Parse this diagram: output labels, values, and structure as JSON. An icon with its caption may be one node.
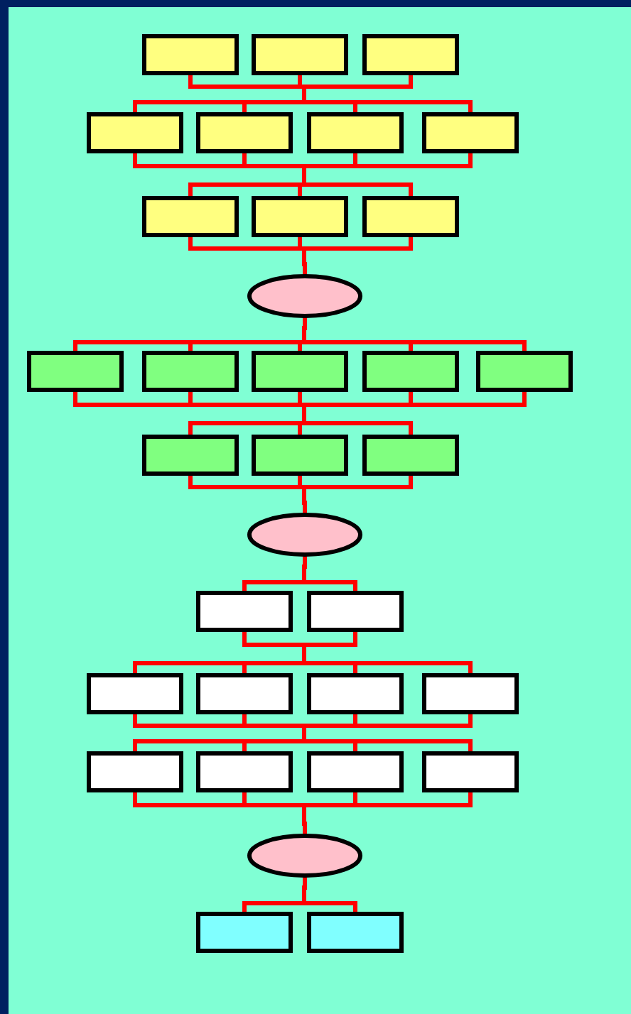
{
  "diagram": {
    "nodes": [
      {
        "text": [],
        "shape": "box"
      },
      {
        "text": [],
        "shape": "box"
      },
      {
        "text": [],
        "shape": "box"
      },
      {
        "text": [],
        "shape": "box"
      },
      {
        "text": [],
        "shape": "box"
      },
      {
        "text": [],
        "shape": "box"
      },
      {
        "text": [],
        "shape": "box"
      },
      {
        "text": [],
        "shape": "box"
      },
      {
        "text": [],
        "shape": "box"
      },
      {
        "text": [],
        "shape": "box"
      },
      {
        "text": [],
        "shape": "ellipse"
      },
      {
        "text": [],
        "shape": "box"
      },
      {
        "text": [],
        "shape": "box"
      },
      {
        "text": [],
        "shape": "box"
      },
      {
        "text": [],
        "shape": "box"
      },
      {
        "text": [],
        "shape": "box"
      },
      {
        "text": [],
        "shape": "box"
      },
      {
        "text": [],
        "shape": "box"
      },
      {
        "text": [],
        "shape": "box"
      },
      {
        "text": [],
        "shape": "ellipse"
      },
      {
        "text": [],
        "shape": "box"
      },
      {
        "text": [],
        "shape": "box"
      },
      {
        "text": [],
        "shape": "box"
      },
      {
        "text": [],
        "shape": "box"
      },
      {
        "text": [],
        "shape": "box"
      },
      {
        "text": [],
        "shape": "box"
      },
      {
        "text": [],
        "shape": "box"
      },
      {
        "text": [],
        "shape": "box"
      },
      {
        "text": [],
        "shape": "box"
      },
      {
        "text": [],
        "shape": "box"
      },
      {
        "text": [],
        "shape": "ellipse"
      },
      {
        "text": [],
        "shape": "box"
      },
      {
        "text": [],
        "shape": "box"
      }
    ],
    "edges": [
      {
        "from": 0,
        "to": 3,
        "arrow": "none"
      },
      {
        "from": 0,
        "to": 4,
        "arrow": "none"
      },
      {
        "from": 0,
        "to": 5,
        "arrow": "none"
      },
      {
        "from": 0,
        "to": 6,
        "arrow": "none"
      },
      {
        "from": 1,
        "to": 3,
        "arrow": "none"
      },
      {
        "from": 1,
        "to": 4,
        "arrow": "none"
      },
      {
        "from": 1,
        "to": 5,
        "arrow": "none"
      },
      {
        "from": 1,
        "to": 6,
        "arrow": "none"
      },
      {
        "from": 2,
        "to": 3,
        "arrow": "none"
      },
      {
        "from": 2,
        "to": 4,
        "arrow": "none"
      },
      {
        "from": 2,
        "to": 5,
        "arrow": "none"
      },
      {
        "from": 2,
        "to": 6,
        "arrow": "none"
      },
      {
        "from": 3,
        "to": 7,
        "arrow": "none"
      },
      {
        "from": 3,
        "to": 8,
        "arrow": "none"
      },
      {
        "from": 3,
        "to": 9,
        "arrow": "none"
      },
      {
        "from": 4,
        "to": 7,
        "arrow": "none"
      },
      {
        "from": 4,
        "to": 8,
        "arrow": "none"
      },
      {
        "from": 4,
        "to": 9,
        "arrow": "none"
      },
      {
        "from": 5,
        "to": 7,
        "arrow": "none"
      },
      {
        "from": 5,
        "to": 8,
        "arrow": "none"
      },
      {
        "from": 5,
        "to": 9,
        "arrow": "none"
      },
      {
        "from": 6,
        "to": 7,
        "arrow": "none"
      },
      {
        "from": 6,
        "to": 8,
        "arrow": "none"
      },
      {
        "from": 6,
        "to": 9,
        "arrow": "none"
      },
      {
        "from": 7,
        "to": 10,
        "arrow": "none"
      },
      {
        "from": 8,
        "to": 10,
        "arrow": "none"
      },
      {
        "from": 9,
        "to": 10,
        "arrow": "none"
      },
      {
        "from": 10,
        "to": 11,
        "arrow": "none"
      },
      {
        "from": 10,
        "to": 12,
        "arrow": "none"
      },
      {
        "from": 10,
        "to": 13,
        "arrow": "none"
      },
      {
        "from": 10,
        "to": 14,
        "arrow": "none"
      },
      {
        "from": 10,
        "to": 15,
        "arrow": "none"
      },
      {
        "from": 11,
        "to": 16,
        "arrow": "none"
      },
      {
        "from": 11,
        "to": 17,
        "arrow": "none"
      },
      {
        "from": 11,
        "to": 18,
        "arrow": "none"
      },
      {
        "from": 12,
        "to": 16,
        "arrow": "none"
      },
      {
        "from": 12,
        "to": 17,
        "arrow": "none"
      },
      {
        "from": 12,
        "to": 18,
        "arrow": "none"
      },
      {
        "from": 13,
        "to": 16,
        "arrow": "none"
      },
      {
        "from": 13,
        "to": 17,
        "arrow": "none"
      },
      {
        "from": 13,
        "to": 18,
        "arrow": "none"
      },
      {
        "from": 14,
        "to": 16,
        "arrow": "none"
      },
      {
        "from": 14,
        "to": 17,
        "arrow": "none"
      },
      {
        "from": 14,
        "to": 18,
        "arrow": "none"
      },
      {
        "from": 15,
        "to": 16,
        "arrow": "none"
      },
      {
        "from": 15,
        "to": 17,
        "arrow": "none"
      },
      {
        "from": 15,
        "to": 18,
        "arrow": "none"
      },
      {
        "from": 16,
        "to": 19,
        "arrow": "none"
      },
      {
        "from": 17,
        "to": 19,
        "arrow": "none"
      },
      {
        "from": 18,
        "to": 19,
        "arrow": "none"
      },
      {
        "from": 19,
        "to": 20,
        "arrow": "none"
      },
      {
        "from": 19,
        "to": 21,
        "arrow": "none"
      },
      {
        "from": 20,
        "to": 22,
        "arrow": "none"
      },
      {
        "from": 20,
        "to": 23,
        "arrow": "none"
      },
      {
        "from": 20,
        "to": 24,
        "arrow": "none"
      },
      {
        "from": 20,
        "to": 25,
        "arrow": "none"
      },
      {
        "from": 21,
        "to": 22,
        "arrow": "none"
      },
      {
        "from": 21,
        "to": 23,
        "arrow": "none"
      },
      {
        "from": 21,
        "to": 24,
        "arrow": "none"
      },
      {
        "from": 21,
        "to": 25,
        "arrow": "none"
      },
      {
        "from": 22,
        "to": 26,
        "arrow": "none"
      },
      {
        "from": 22,
        "to": 27,
        "arrow": "none"
      },
      {
        "from": 22,
        "to": 28,
        "arrow": "none"
      },
      {
        "from": 22,
        "to": 29,
        "arrow": "none"
      },
      {
        "from": 23,
        "to": 26,
        "arrow": "none"
      },
      {
        "from": 23,
        "to": 27,
        "arrow": "none"
      },
      {
        "from": 23,
        "to": 28,
        "arrow": "none"
      },
      {
        "from": 23,
        "to": 29,
        "arrow": "none"
      },
      {
        "from": 24,
        "to": 26,
        "arrow": "none"
      },
      {
        "from": 24,
        "to": 27,
        "arrow": "none"
      },
      {
        "from": 24,
        "to": 28,
        "arrow": "none"
      },
      {
        "from": 24,
        "to": 29,
        "arrow": "none"
      },
      {
        "from": 25,
        "to": 26,
        "arrow": "none"
      },
      {
        "from": 25,
        "to": 27,
        "arrow": "none"
      },
      {
        "from": 25,
        "to": 28,
        "arrow": "none"
      },
      {
        "from": 25,
        "to": 29,
        "arrow": "none"
      },
      {
        "from": 26,
        "to": 30,
        "arrow": "none"
      },
      {
        "from": 27,
        "to": 30,
        "arrow": "none"
      },
      {
        "from": 28,
        "to": 30,
        "arrow": "none"
      },
      {
        "from": 29,
        "to": 30,
        "arrow": "none"
      },
      {
        "from": 30,
        "to": 31,
        "arrow": "none"
      },
      {
        "from": 30,
        "to": 32,
        "arrow": "none"
      }
    ]
  }
}
